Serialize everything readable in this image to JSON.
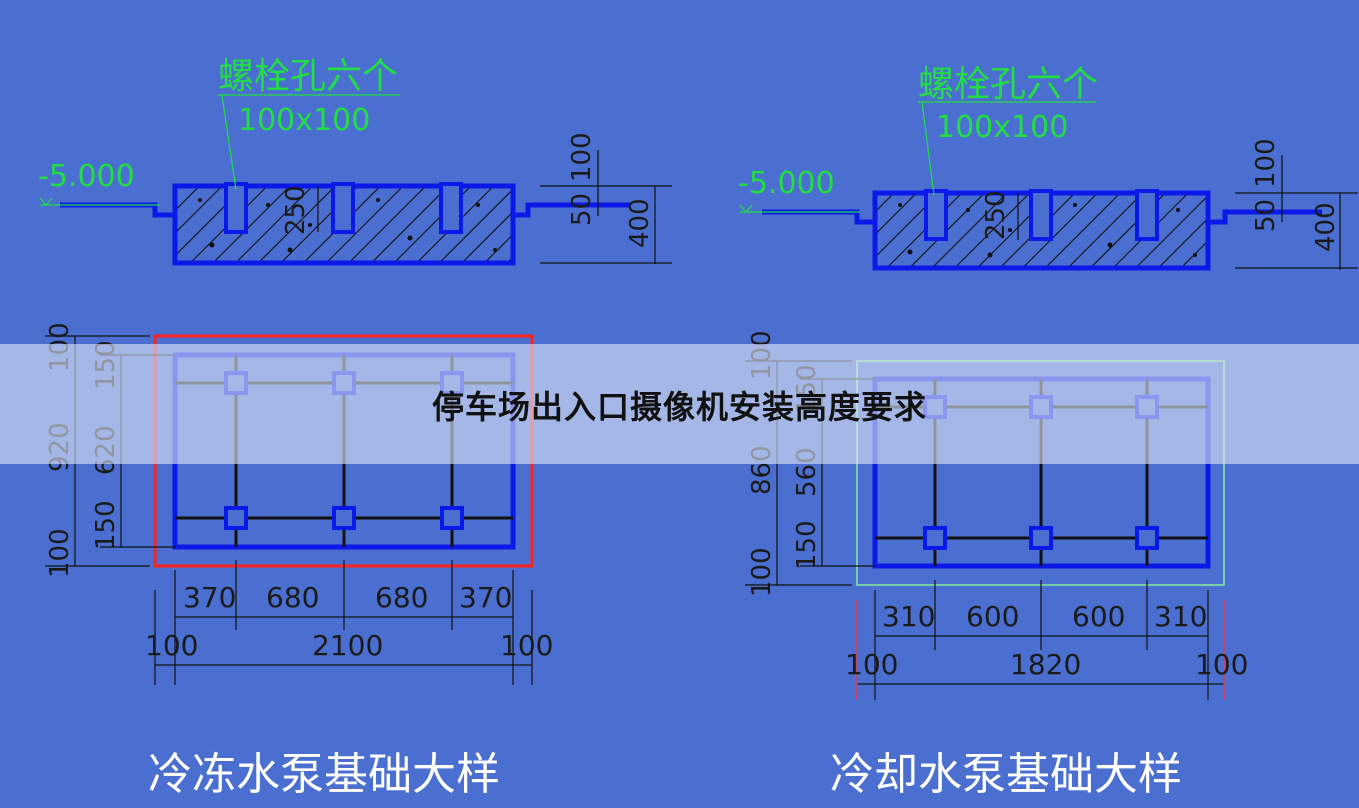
{
  "banner": {
    "title": "停车场出入口摄像机安装高度要求"
  },
  "left_drawing": {
    "caption": "冷冻水泵基础大样",
    "section": {
      "elevation": "-5.000",
      "hole_note": "螺栓孔六个",
      "hole_size": "100x100",
      "depth_label": "250",
      "dims_right": [
        "100",
        "50",
        "400"
      ]
    },
    "plan": {
      "dims_left_outer": [
        "100",
        "920",
        "100"
      ],
      "dims_left_inner": [
        "150",
        "620",
        "150"
      ],
      "dims_bottom_row1": [
        "370",
        "680",
        "680",
        "370"
      ],
      "dims_bottom_row2": [
        "100",
        "2100",
        "100"
      ]
    }
  },
  "right_drawing": {
    "caption": "冷却水泵基础大样",
    "section": {
      "elevation": "-5.000",
      "hole_note": "螺栓孔六个",
      "hole_size": "100x100",
      "depth_label": "250",
      "dims_right": [
        "100",
        "50",
        "400"
      ]
    },
    "plan": {
      "dims_left_outer": [
        "100",
        "860",
        "100"
      ],
      "dims_left_inner": [
        "150",
        "560",
        "150"
      ],
      "dims_bottom_row1": [
        "310",
        "600",
        "600",
        "310"
      ],
      "dims_bottom_row2": [
        "100",
        "1820",
        "100"
      ]
    }
  },
  "colors": {
    "background": "#4a6fd0",
    "outline_blue": "#0a18e8",
    "annotation_green": "#22dd44",
    "selection_red": "#ff2020",
    "selection_green": "#88ee99",
    "banner_overlay": "#dce4f5"
  }
}
